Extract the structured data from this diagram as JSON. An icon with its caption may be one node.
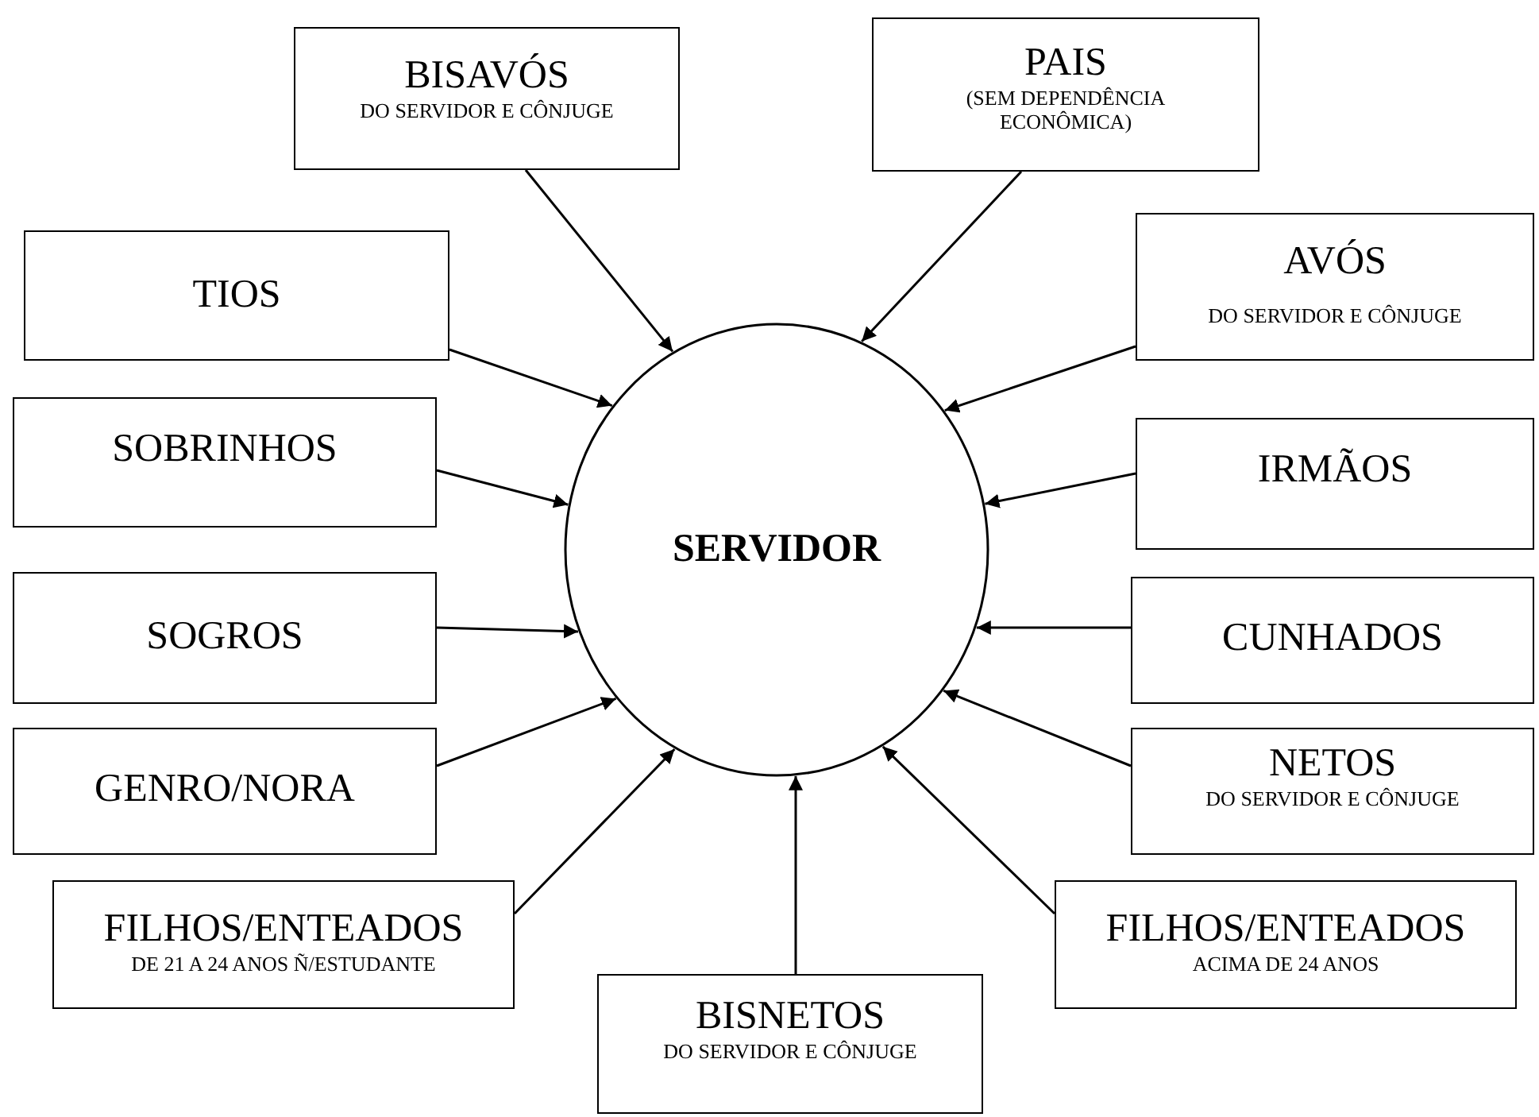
{
  "diagram": {
    "nodes": [
      {
        "text": [
          "BISAVÓS",
          "DO SERVIDOR E CÔNJUGE"
        ]
      },
      {
        "text": [
          "PAIS",
          "(SEM DEPENDÊNCIA ECONÔMICA)"
        ]
      },
      {
        "text": [
          "TIOS"
        ]
      },
      {
        "text": [
          "AVÓS",
          "DO SERVIDOR E CÔNJUGE"
        ]
      },
      {
        "text": [
          "SOBRINHOS"
        ]
      },
      {
        "text": [
          "IRMÃOS"
        ]
      },
      {
        "text": [
          "SERVIDOR"
        ]
      },
      {
        "text": [
          "SOGROS"
        ]
      },
      {
        "text": [
          "CUNHADOS"
        ]
      },
      {
        "text": [
          "GENRO/NORA"
        ]
      },
      {
        "text": [
          "NETOS",
          "DO SERVIDOR E CÔNJUGE"
        ]
      },
      {
        "text": [
          "FILHOS/ENTEADOS",
          "DE 21 A 24 ANOS Ñ/ESTUDANTE"
        ]
      },
      {
        "text": [
          "FILHOS/ENTEADOS",
          "ACIMA DE 24 ANOS"
        ]
      },
      {
        "text": [
          "BISNETOS",
          "DO SERVIDOR E CÔNJUGE"
        ]
      }
    ],
    "edges": [
      {
        "from": 0,
        "to": 6,
        "arrow": "to"
      },
      {
        "from": 1,
        "to": 6,
        "arrow": "to"
      },
      {
        "from": 2,
        "to": 6,
        "arrow": "to"
      },
      {
        "from": 3,
        "to": 6,
        "arrow": "to"
      },
      {
        "from": 4,
        "to": 6,
        "arrow": "to"
      },
      {
        "from": 5,
        "to": 6,
        "arrow": "to"
      },
      {
        "from": 7,
        "to": 6,
        "arrow": "to"
      },
      {
        "from": 8,
        "to": 6,
        "arrow": "to"
      },
      {
        "from": 9,
        "to": 6,
        "arrow": "to"
      },
      {
        "from": 10,
        "to": 6,
        "arrow": "to"
      },
      {
        "from": 11,
        "to": 6,
        "arrow": "to"
      },
      {
        "from": 12,
        "to": 6,
        "arrow": "to"
      },
      {
        "from": 13,
        "to": 6,
        "arrow": "to"
      }
    ]
  }
}
